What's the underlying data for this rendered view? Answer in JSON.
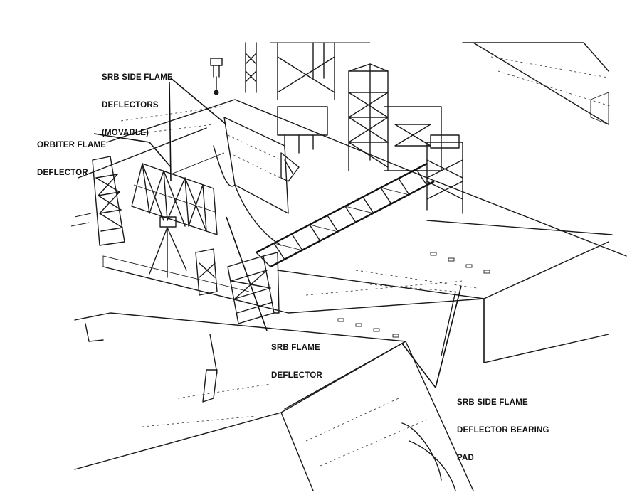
{
  "callouts": {
    "srb_side_flame_deflectors": [
      "SRB SIDE FLAME",
      "DEFLECTORS",
      "(MOVABLE)"
    ],
    "orbiter_flame_deflector": [
      "ORBITER FLAME",
      "DEFLECTOR"
    ],
    "srb_flame_deflector": [
      "SRB FLAME",
      "DEFLECTOR"
    ],
    "srb_side_flame_deflector_bearing_pad": [
      "SRB SIDE FLAME",
      "DEFLECTOR BEARING",
      "PAD"
    ]
  }
}
